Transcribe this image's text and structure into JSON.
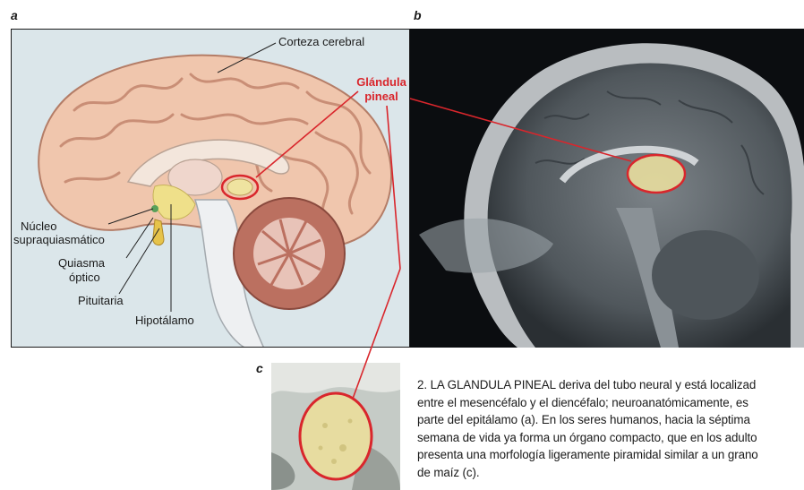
{
  "panels": {
    "a": "a",
    "b": "b",
    "c": "c"
  },
  "labels": {
    "corteza": "Corteza cerebral",
    "glandula_line1": "Glándula",
    "glandula_line2": "pineal",
    "nucleo_line1": "Núcleo",
    "nucleo_line2": "supraquiasmático",
    "quiasma_line1": "Quiasma",
    "quiasma_line2": "óptico",
    "pituitaria": "Pituitaria",
    "hipotalamo": "Hipotálamo"
  },
  "caption": {
    "line1": "2. LA GLANDULA PINEAL deriva del tubo neural y está localizad",
    "line2": "entre el mesencéfalo y el diencéfalo; neuroanatómicamente, es",
    "line3": "parte del epitálamo (a). En los seres humanos, hacia la séptima",
    "line4": "semana de vida ya forma un órgano compacto, que en los adulto",
    "line5": "presenta una morfología ligeramente piramidal similar a un grano",
    "line6": "de maíz (c)."
  },
  "colors": {
    "highlight_red": "#d9262c",
    "pineal_yellow": "#efe3a0"
  }
}
